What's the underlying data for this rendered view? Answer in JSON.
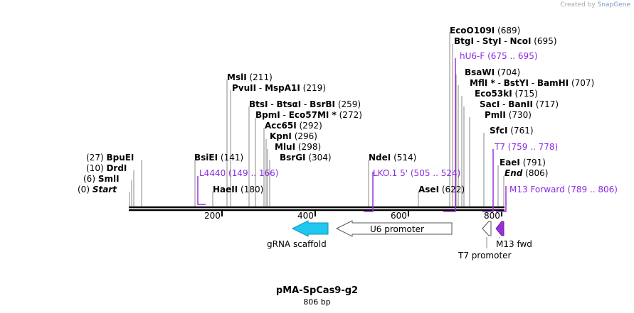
{
  "credit": {
    "prefix": "Created by",
    "brand": "SnapGene"
  },
  "plasmid": {
    "name": "pMA-SpCas9-g2",
    "length_label": "806 bp",
    "length": 806
  },
  "ruler": {
    "ticks": [
      "200",
      "400",
      "600",
      "800"
    ],
    "tick_values": [
      200,
      400,
      600,
      800
    ]
  },
  "sites": [
    {
      "id": "start",
      "parts": [
        {
          "t": "(0) ",
          "c": "pos"
        },
        {
          "t": "Start",
          "c": "it"
        }
      ]
    },
    {
      "id": "smli",
      "parts": [
        {
          "t": "(6) ",
          "c": "pos"
        },
        {
          "t": "SmlI",
          "c": "enz"
        }
      ]
    },
    {
      "id": "drdi",
      "parts": [
        {
          "t": "(10) ",
          "c": "pos"
        },
        {
          "t": "DrdI",
          "c": "enz"
        }
      ]
    },
    {
      "id": "bpuei",
      "parts": [
        {
          "t": "(27) ",
          "c": "pos"
        },
        {
          "t": "BpuEI",
          "c": "enz"
        }
      ]
    },
    {
      "id": "bsiei",
      "parts": [
        {
          "t": "BsiEI",
          "c": "enz"
        },
        {
          "t": "  (141)",
          "c": "pos"
        }
      ]
    },
    {
      "id": "l4440",
      "parts": [
        {
          "t": "L4440",
          "c": "pur"
        },
        {
          "t": "  (149 .. 166)",
          "c": "pur"
        }
      ]
    },
    {
      "id": "haeii",
      "parts": [
        {
          "t": "HaeII",
          "c": "enz"
        },
        {
          "t": "  (180)",
          "c": "pos"
        }
      ]
    },
    {
      "id": "msli",
      "parts": [
        {
          "t": "MslI",
          "c": "enz"
        },
        {
          "t": "  (211)",
          "c": "pos"
        }
      ]
    },
    {
      "id": "pvuii",
      "parts": [
        {
          "t": "PvuII",
          "c": "enz"
        },
        {
          "t": "  -  ",
          "c": "pos"
        },
        {
          "t": "MspA1I",
          "c": "enz"
        },
        {
          "t": "  (219)",
          "c": "pos"
        }
      ]
    },
    {
      "id": "btsi",
      "parts": [
        {
          "t": "BtsI",
          "c": "enz"
        },
        {
          "t": "  -  ",
          "c": "pos"
        },
        {
          "t": "BtsαI",
          "c": "enz"
        },
        {
          "t": "  -  ",
          "c": "pos"
        },
        {
          "t": "BsrBI",
          "c": "enz"
        },
        {
          "t": "  (259)",
          "c": "pos"
        }
      ]
    },
    {
      "id": "bpmi",
      "parts": [
        {
          "t": "BpmI",
          "c": "enz"
        },
        {
          "t": "  -  ",
          "c": "pos"
        },
        {
          "t": "Eco57MI *",
          "c": "enz"
        },
        {
          "t": "  (272)",
          "c": "pos"
        }
      ]
    },
    {
      "id": "acc65i",
      "parts": [
        {
          "t": "Acc65I",
          "c": "enz"
        },
        {
          "t": "  (292)",
          "c": "pos"
        }
      ]
    },
    {
      "id": "kpni",
      "parts": [
        {
          "t": "KpnI",
          "c": "enz"
        },
        {
          "t": "  (296)",
          "c": "pos"
        }
      ]
    },
    {
      "id": "mlui",
      "parts": [
        {
          "t": "MluI",
          "c": "enz"
        },
        {
          "t": "  (298)",
          "c": "pos"
        }
      ]
    },
    {
      "id": "bsrgi",
      "parts": [
        {
          "t": "BsrGI",
          "c": "enz"
        },
        {
          "t": "  (304)",
          "c": "pos"
        }
      ]
    },
    {
      "id": "ndei",
      "parts": [
        {
          "t": "NdeI",
          "c": "enz"
        },
        {
          "t": "  (514)",
          "c": "pos"
        }
      ]
    },
    {
      "id": "lko1",
      "parts": [
        {
          "t": "LKO.1 5'",
          "c": "pur"
        },
        {
          "t": "  (505 .. 524)",
          "c": "pur"
        }
      ]
    },
    {
      "id": "asei",
      "parts": [
        {
          "t": "AseI",
          "c": "enz"
        },
        {
          "t": "  (622)",
          "c": "pos"
        }
      ]
    },
    {
      "id": "ecoo109i",
      "parts": [
        {
          "t": "EcoO109I",
          "c": "enz"
        },
        {
          "t": "  (689)",
          "c": "pos"
        }
      ]
    },
    {
      "id": "btgi",
      "parts": [
        {
          "t": "BtgI",
          "c": "enz"
        },
        {
          "t": "  -  ",
          "c": "pos"
        },
        {
          "t": "StyI",
          "c": "enz"
        },
        {
          "t": "  -  ",
          "c": "pos"
        },
        {
          "t": "NcoI",
          "c": "enz"
        },
        {
          "t": "  (695)",
          "c": "pos"
        }
      ]
    },
    {
      "id": "hu6f",
      "parts": [
        {
          "t": "hU6-F",
          "c": "pur"
        },
        {
          "t": "  (675 .. 695)",
          "c": "pur"
        }
      ]
    },
    {
      "id": "bsawi",
      "parts": [
        {
          "t": "BsaWI",
          "c": "enz"
        },
        {
          "t": "  (704)",
          "c": "pos"
        }
      ]
    },
    {
      "id": "mfli",
      "parts": [
        {
          "t": "MflI *",
          "c": "enz"
        },
        {
          "t": "  -  ",
          "c": "pos"
        },
        {
          "t": "BstYI",
          "c": "enz"
        },
        {
          "t": "  -  ",
          "c": "pos"
        },
        {
          "t": "BamHI",
          "c": "enz"
        },
        {
          "t": "  (707)",
          "c": "pos"
        }
      ]
    },
    {
      "id": "eco53ki",
      "parts": [
        {
          "t": "Eco53kI",
          "c": "enz"
        },
        {
          "t": "  (715)",
          "c": "pos"
        }
      ]
    },
    {
      "id": "saci",
      "parts": [
        {
          "t": "SacI",
          "c": "enz"
        },
        {
          "t": "  -  ",
          "c": "pos"
        },
        {
          "t": "BanII",
          "c": "enz"
        },
        {
          "t": "  (717)",
          "c": "pos"
        }
      ]
    },
    {
      "id": "pmli",
      "parts": [
        {
          "t": "PmlI",
          "c": "enz"
        },
        {
          "t": "  (730)",
          "c": "pos"
        }
      ]
    },
    {
      "id": "sfci",
      "parts": [
        {
          "t": "SfcI",
          "c": "enz"
        },
        {
          "t": "  (761)",
          "c": "pos"
        }
      ]
    },
    {
      "id": "t7",
      "parts": [
        {
          "t": "T7",
          "c": "pur"
        },
        {
          "t": "  (759 .. 778)",
          "c": "pur"
        }
      ]
    },
    {
      "id": "eaei",
      "parts": [
        {
          "t": "EaeI",
          "c": "enz"
        },
        {
          "t": "  (791)",
          "c": "pos"
        }
      ]
    },
    {
      "id": "end",
      "parts": [
        {
          "t": "End",
          "c": "it"
        },
        {
          "t": "  (806)",
          "c": "pos"
        }
      ]
    },
    {
      "id": "m13f",
      "parts": [
        {
          "t": "M13 Forward",
          "c": "pur"
        },
        {
          "t": "  (789 .. 806)",
          "c": "pur"
        }
      ]
    }
  ],
  "features": [
    {
      "id": "grna",
      "label": "gRNA scaffold",
      "color": "#1ec8f0",
      "dir": "left"
    },
    {
      "id": "u6",
      "label": "U6 promoter",
      "color": "#ffffff",
      "dir": "left"
    },
    {
      "id": "t7p",
      "label": "T7 promoter",
      "color": "#ffffff",
      "dir": "left"
    },
    {
      "id": "m13",
      "label": "M13 fwd",
      "color": "#9a2fd8",
      "dir": "left"
    }
  ],
  "colors": {
    "primer": "#9b30e0",
    "backbone": "#000000",
    "line": "#888888"
  }
}
